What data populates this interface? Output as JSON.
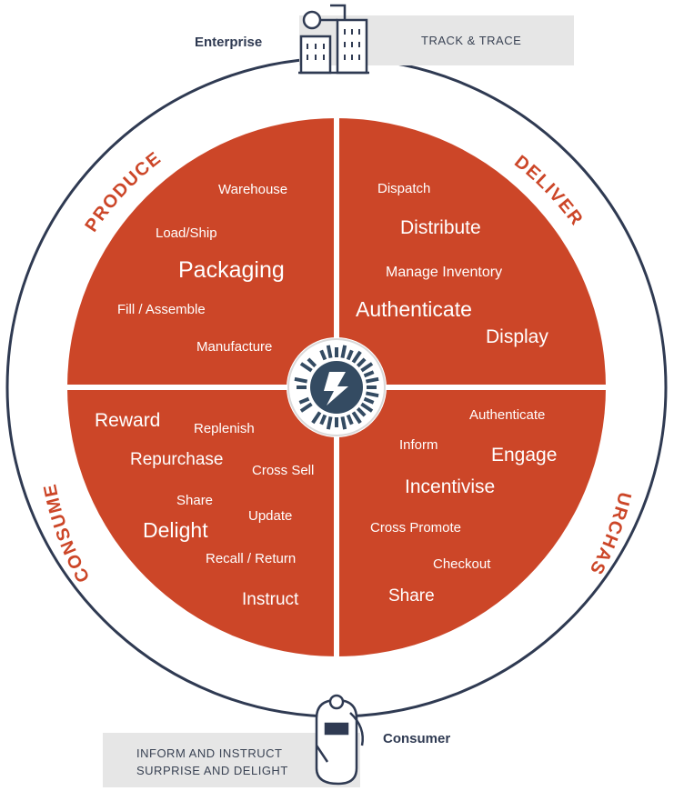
{
  "top": {
    "node_label": "Enterprise",
    "box_text": "TRACK & TRACE",
    "icon": "enterprise-buildings-icon"
  },
  "bottom": {
    "node_label": "Consumer",
    "box_lines": [
      "INFORM AND INSTRUCT",
      "SURPRISE AND DELIGHT"
    ],
    "icon": "consumer-person-icon"
  },
  "center": {
    "icon": "brand-logo-icon"
  },
  "colors": {
    "quadrant": "#cc4628",
    "ring": "#2f3a52",
    "box": "#e6e6e6",
    "logo": "#344b62"
  },
  "quadrants": {
    "produce": {
      "label": "PRODUCE",
      "words": [
        "Warehouse",
        "Load/Ship",
        "Packaging",
        "Fill / Assemble",
        "Manufacture"
      ]
    },
    "deliver": {
      "label": "DELIVER",
      "words": [
        "Dispatch",
        "Distribute",
        "Manage Inventory",
        "Authenticate",
        "Display"
      ]
    },
    "consume": {
      "label": "CONSUME",
      "words": [
        "Reward",
        "Replenish",
        "Repurchase",
        "Cross Sell",
        "Share",
        "Update",
        "Delight",
        "Recall / Return",
        "Instruct"
      ]
    },
    "purchase": {
      "label": "PURCHASE",
      "words": [
        "Authenticate",
        "Inform",
        "Engage",
        "Incentivise",
        "Cross Promote",
        "Checkout",
        "Share"
      ]
    }
  }
}
